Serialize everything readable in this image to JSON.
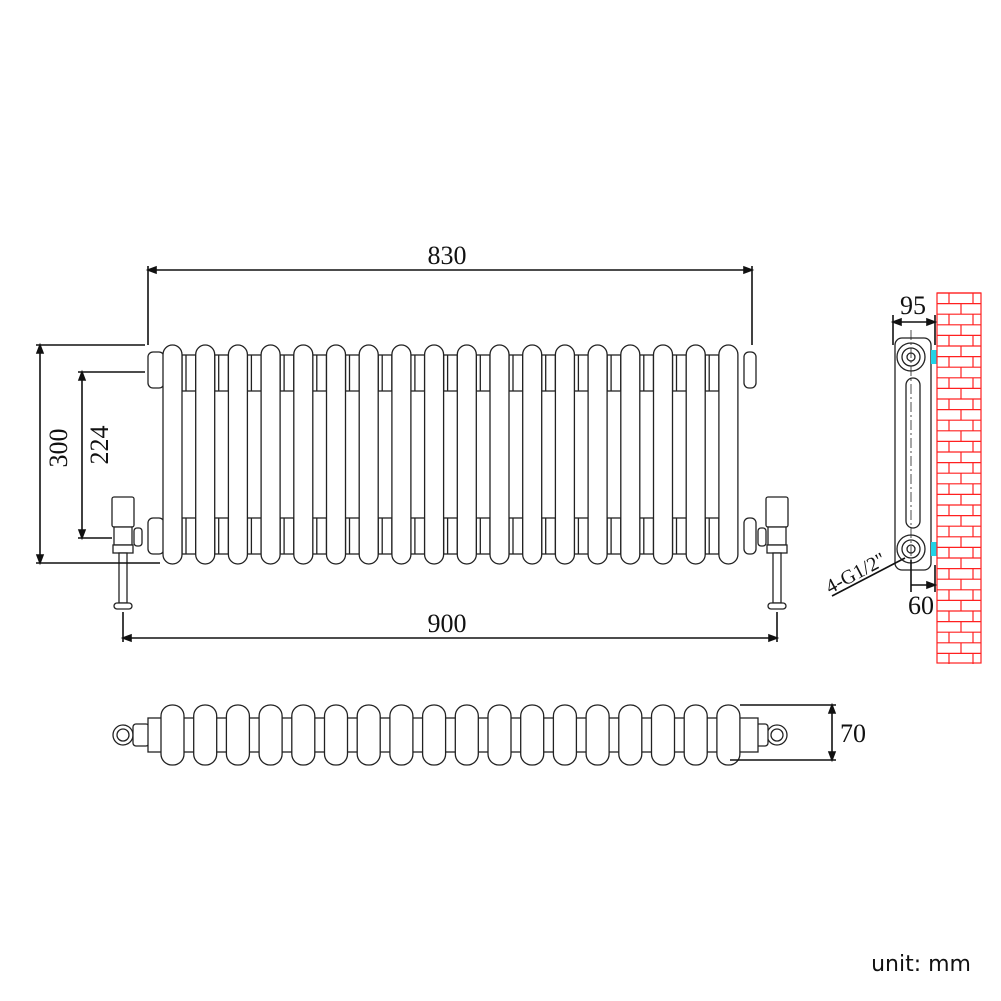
{
  "dimensions": {
    "width_top": "830",
    "width_bottom": "900",
    "height_total": "300",
    "pipe_centres": "224",
    "side_depth": "95",
    "wall_offset": "60",
    "connection": "4-G1/2\"",
    "top_view_depth": "70"
  },
  "unit_label": "unit: mm",
  "colors": {
    "line": "#222222",
    "brick": "#ff2020",
    "bracket": "#22d3e6"
  }
}
